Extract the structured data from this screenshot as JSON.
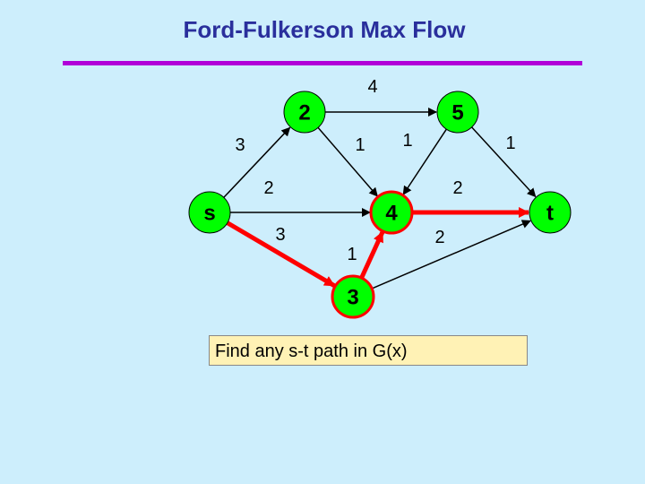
{
  "title": "Ford-Fulkerson Max Flow",
  "caption": "Find any s-t path in G(x)",
  "colors": {
    "background": "#cdeefc",
    "title": "#2a2f9c",
    "rule": "#b000d8",
    "node_fill": "#00ff00",
    "node_highlight": "#ff0000",
    "edge": "#000000",
    "path_edge": "#ff0000",
    "caption_bg": "#fff2b5"
  },
  "nodes": [
    {
      "id": "s",
      "label": "s",
      "highlight": false
    },
    {
      "id": "n2",
      "label": "2",
      "highlight": false
    },
    {
      "id": "n5",
      "label": "5",
      "highlight": false
    },
    {
      "id": "n4",
      "label": "4",
      "highlight": true
    },
    {
      "id": "n3",
      "label": "3",
      "highlight": true
    },
    {
      "id": "t",
      "label": "t",
      "highlight": false
    }
  ],
  "edges": [
    {
      "from": "s",
      "to": "n2",
      "label": "3",
      "path": false
    },
    {
      "from": "s",
      "to": "n4",
      "label": "2",
      "path": false
    },
    {
      "from": "s",
      "to": "n3",
      "label": "3",
      "path": true
    },
    {
      "from": "n2",
      "to": "n5",
      "label": "4",
      "path": false
    },
    {
      "from": "n2",
      "to": "n4",
      "label": "1",
      "path": false
    },
    {
      "from": "n5",
      "to": "n4",
      "label": "1",
      "path": false
    },
    {
      "from": "n5",
      "to": "t",
      "label": "1",
      "path": false
    },
    {
      "from": "n4",
      "to": "t",
      "label": "2",
      "path": true
    },
    {
      "from": "n3",
      "to": "n4",
      "label": "1",
      "path": true
    },
    {
      "from": "n3",
      "to": "t",
      "label": "2",
      "path": false
    }
  ]
}
